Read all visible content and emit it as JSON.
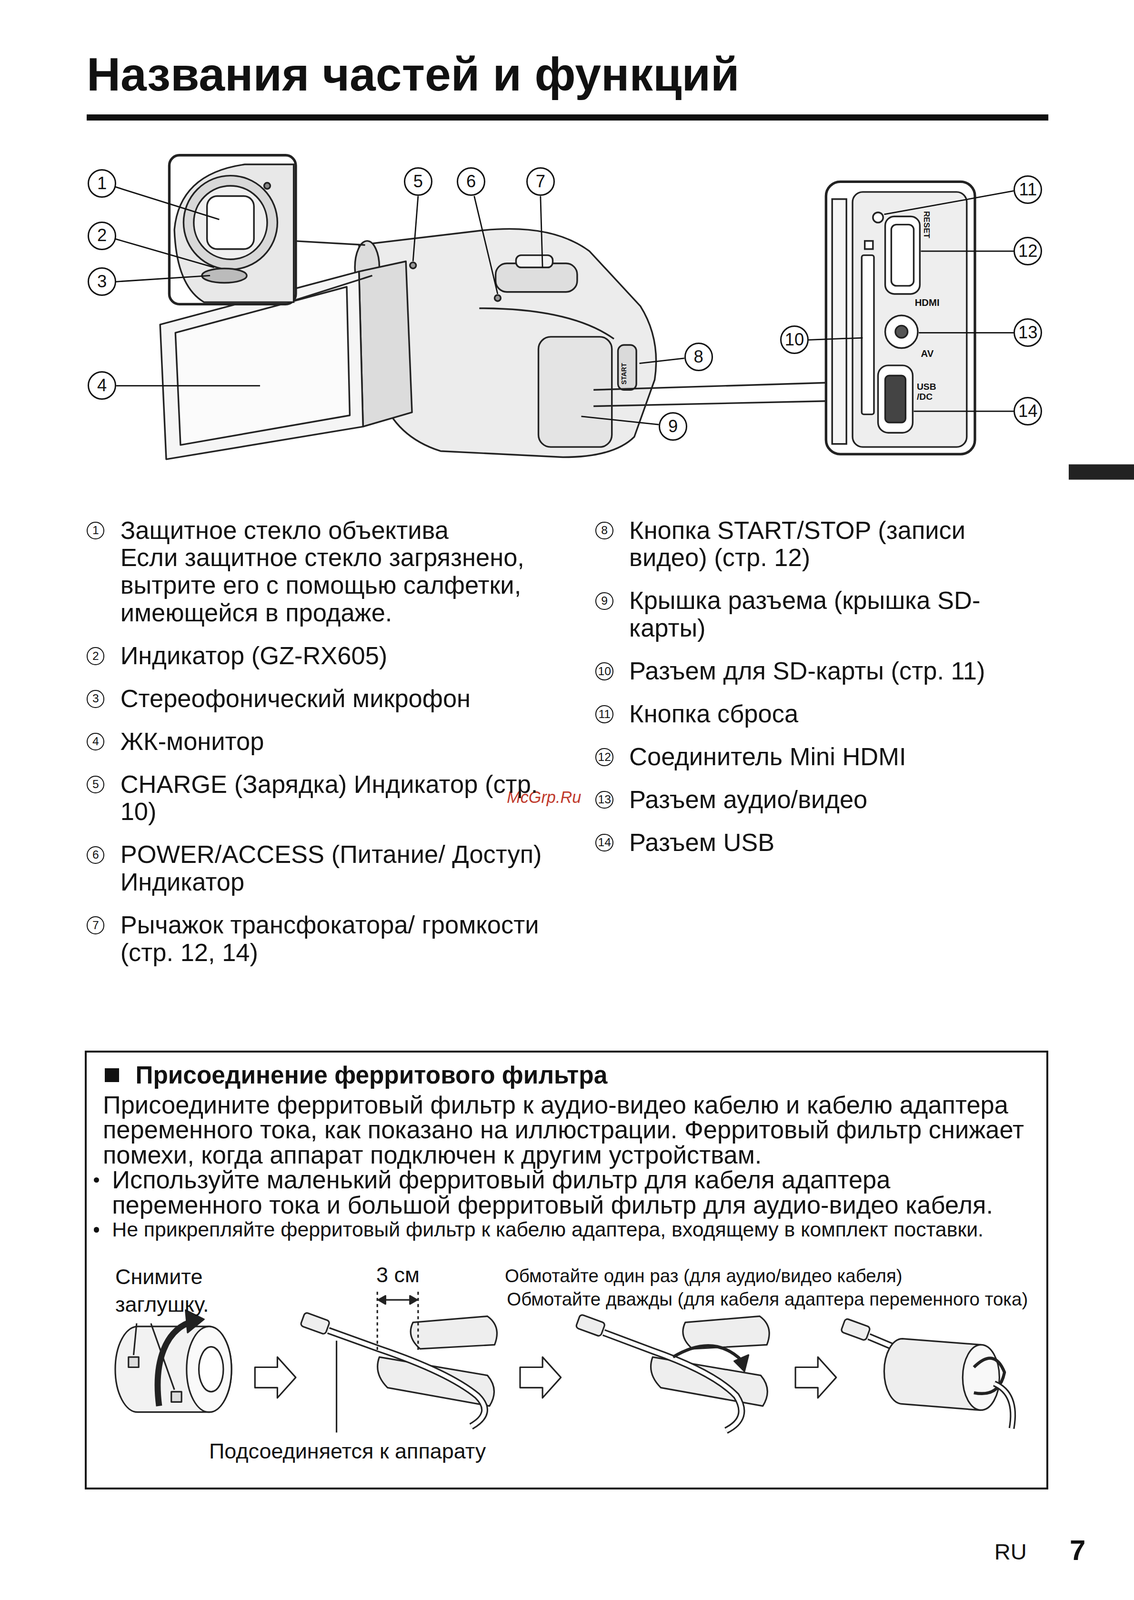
{
  "diagram": {
    "title": "Названия частей и функций",
    "nodes": [
      {
        "text": [
          "Присоединение ферритового фильтра",
          "Присоедините ферритовый фильтр к аудио-видео кабелю и кабелю адаптера переменного тока, как показано на иллюстрации. Ферритовый фильтр снижает помехи, когда аппарат подключен к другим устройствам.",
          "Используйте маленький ферритовый фильтр для кабеля адаптера переменного тока и большой ферритовый фильтр для аудио-видео кабеля.",
          "Не прикрепляйте ферритовый фильтр к кабелю адаптера, входящему в комплект поставки."
        ]
      }
    ],
    "labels": [
      "1",
      "2",
      "3",
      "4",
      "5",
      "6",
      "7",
      "8",
      "9",
      "10",
      "11",
      "12",
      "13",
      "14",
      "RESET",
      "HDMI",
      "AV",
      "USB /DC",
      "START",
      "1",
      "Защитное стекло объектива",
      "Если защитное стекло загрязнено, вытрите его с помощью салфетки, имеющейся в продаже.",
      "2",
      "Индикатор (GZ-RX605)",
      "3",
      "Стереофонический микрофон",
      "4",
      "ЖК-монитор",
      "5",
      "CHARGE (Зарядка) Индикатор (стр. 10)",
      "6",
      "POWER/ACCESS (Питание/ Доступ) Индикатор",
      "7",
      "Рычажок трансфокатора/ громкости (стр. 12, 14)",
      "8",
      "Кнопка START/STOP (записи видео) (стр. 12)",
      "9",
      "Крышка разъема (крышка SD-карты)",
      "10",
      "Разъем для SD-карты (стр. 11)",
      "11",
      "Кнопка сброса",
      "12",
      "Соединитель Mini HDMI",
      "13",
      "Разъем аудио/видео",
      "14",
      "Разъем USB",
      "McGrp.Ru",
      "Снимите заглушку.",
      "3 см",
      "Обмотайте один раз (для аудио/видео кабеля)",
      "Обмотайте дважды (для кабеля адаптера переменного тока)",
      "Подсоединяется к аппарату",
      "RU",
      "7"
    ]
  }
}
